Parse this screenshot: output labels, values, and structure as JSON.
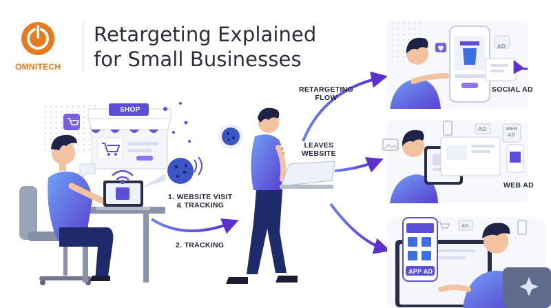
{
  "brand": {
    "name": "OMNITECH",
    "accent": "#e57a1f"
  },
  "title": {
    "line1": "Retargeting Explained",
    "line2": "for Small Businesses"
  },
  "steps": {
    "visit_line1": "1. WEBSITE VISIT",
    "visit_line2": "& TRACKING",
    "tracking": "2. TRACKING",
    "leaves_line1": "LEAVES",
    "leaves_line2": "WEBSITE",
    "flow_line1": "RETARGETING",
    "flow_line2": "FLOW"
  },
  "shop_sign": "SHOP",
  "ads": {
    "social": "SOCIAL AD",
    "web": "WEB AD",
    "app": "APP AD",
    "ad_badge": "AD",
    "web_ad_badge_line1": "WEB",
    "web_ad_badge_line2": "AD"
  },
  "colors": {
    "primary": "#5b4fd8",
    "shirt_light": "#6a8cf0",
    "shirt_dark": "#5a3fd0",
    "pants": "#1f2a6b",
    "skin": "#f3c2a0",
    "hair": "#1f2347",
    "arrow": "#5b3fd8"
  }
}
